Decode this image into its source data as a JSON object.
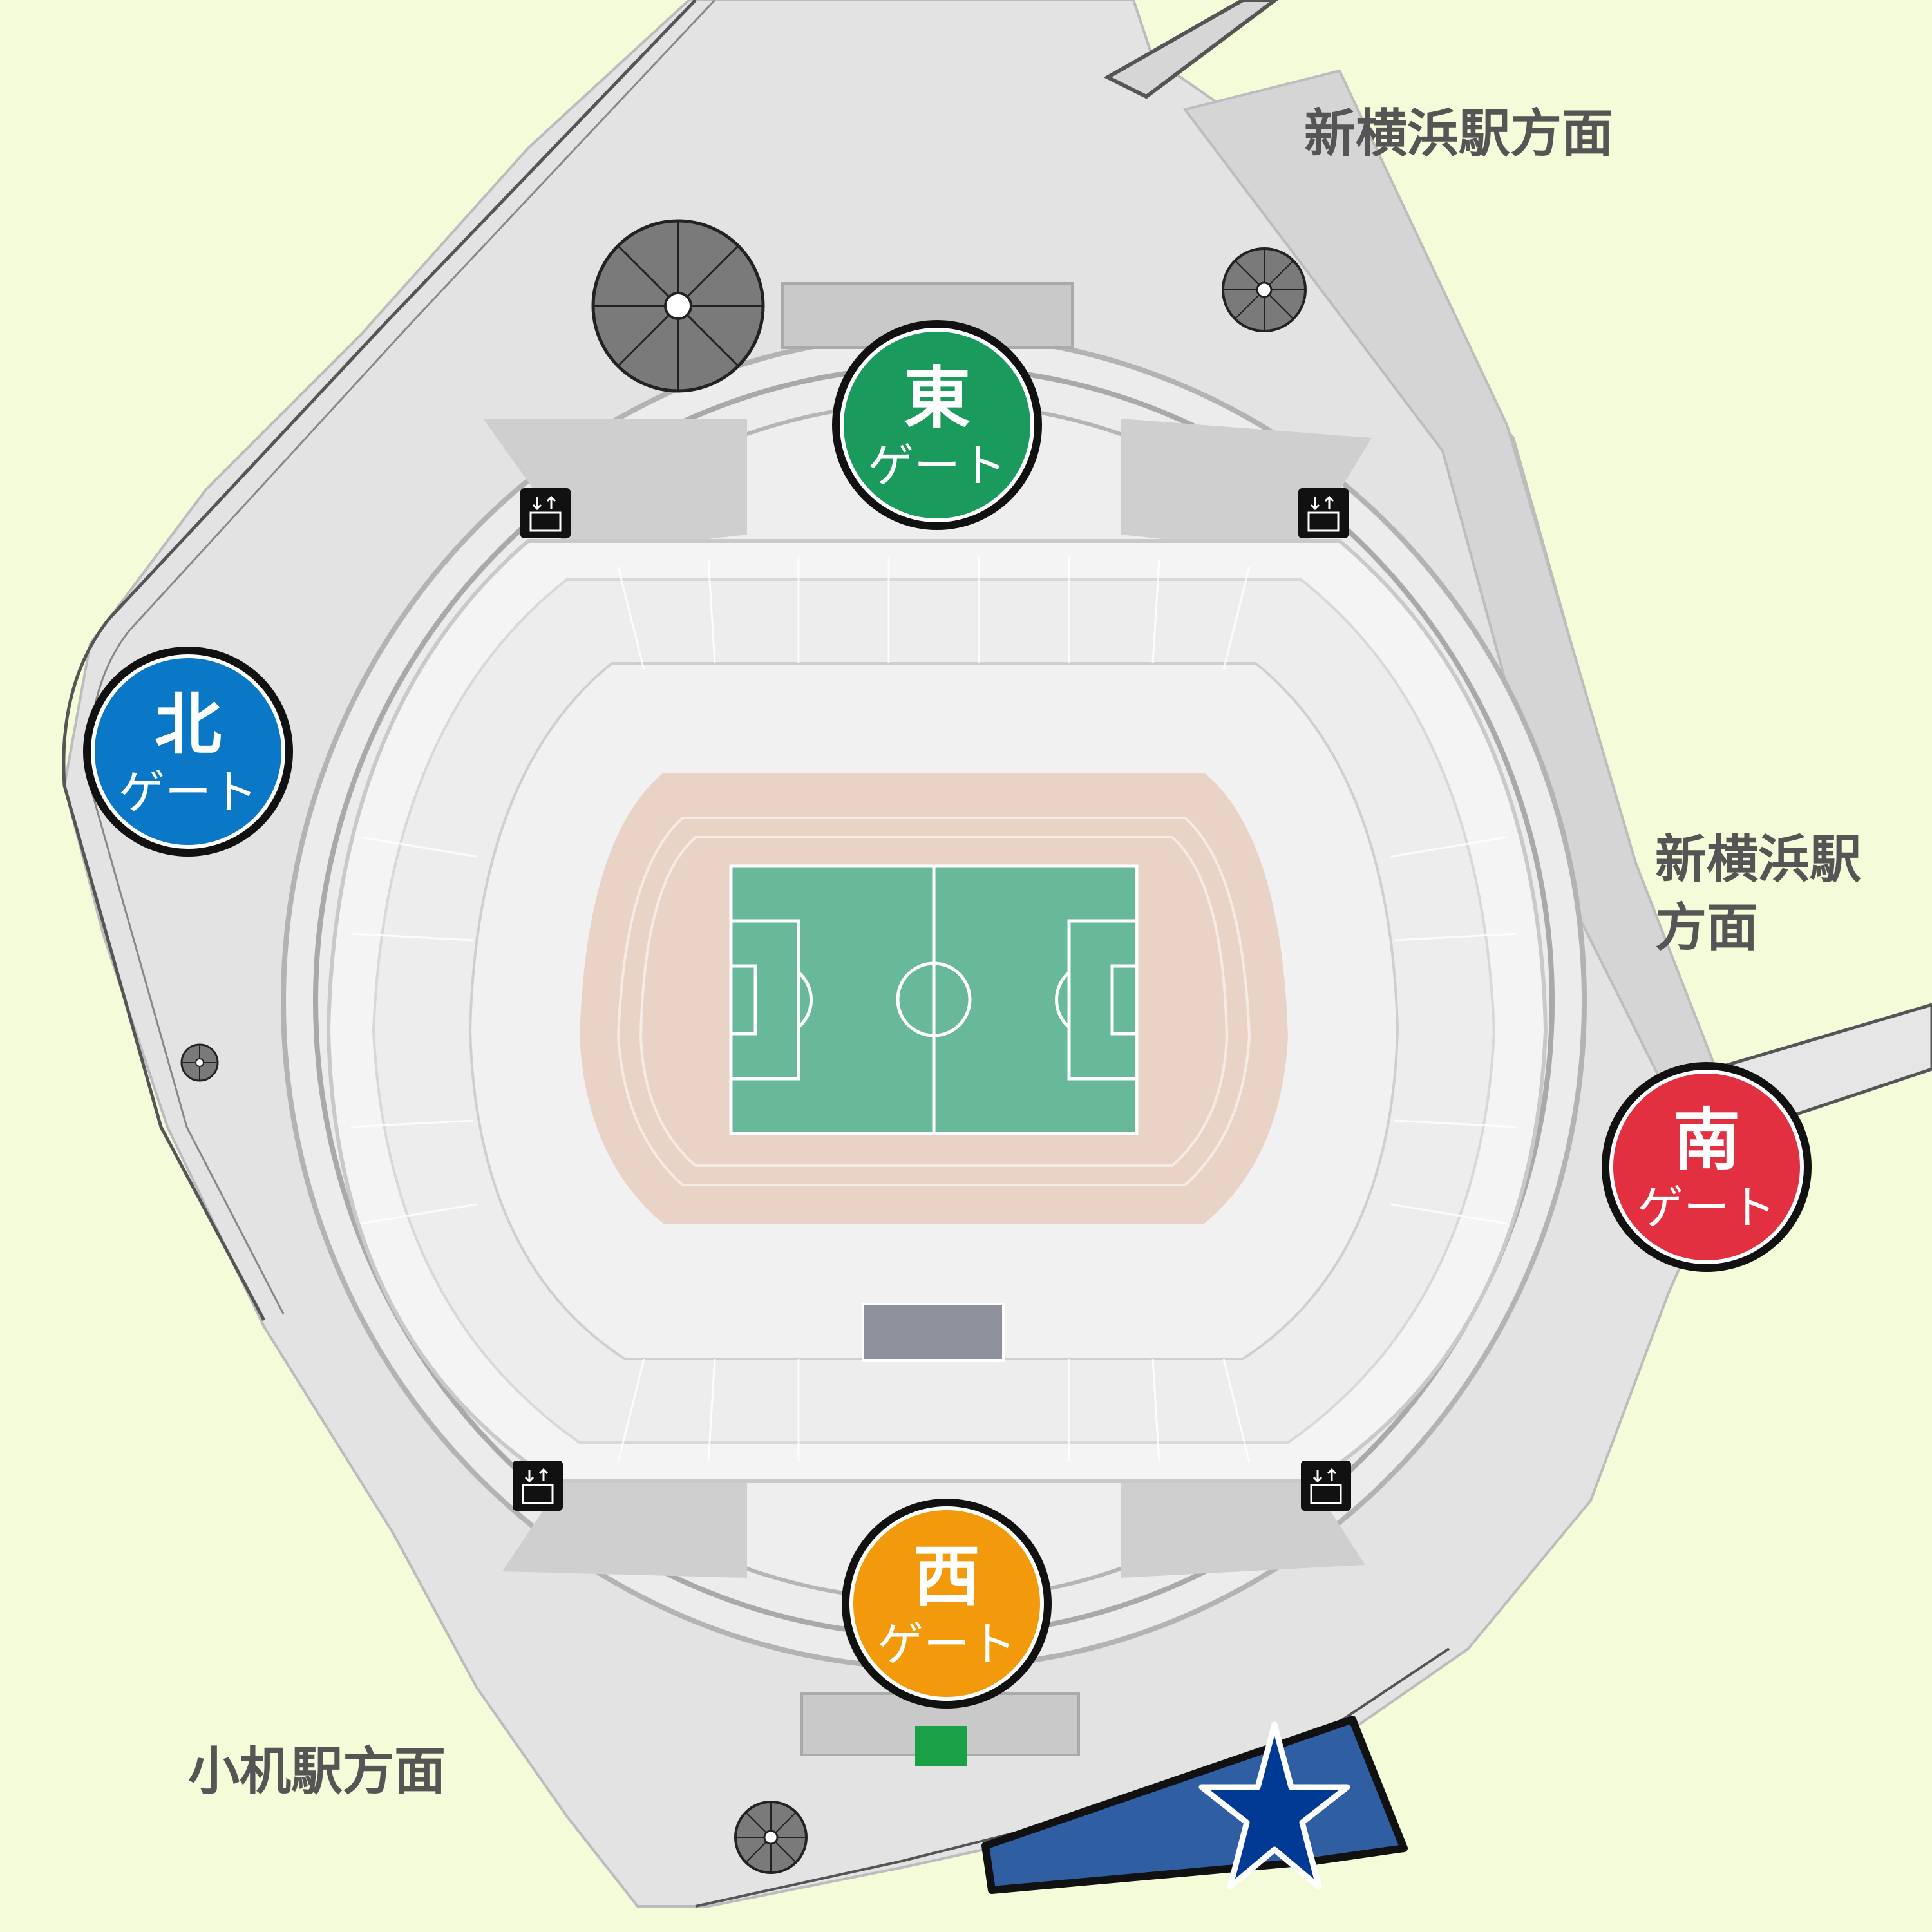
{
  "directions": {
    "shinyokohama_top": "新横浜駅方面",
    "shinyokohama_right_line1": "新横浜駅",
    "shinyokohama_right_line2": "方面",
    "kozukue": "小机駅方面"
  },
  "gates": [
    {
      "main": "東",
      "sub": "ゲート",
      "color": "#1a9a5c"
    },
    {
      "main": "北",
      "sub": "ゲート",
      "color": "#0a78c6"
    },
    {
      "main": "南",
      "sub": "ゲート",
      "color": "#e33040"
    },
    {
      "main": "西",
      "sub": "ゲート",
      "color": "#f29a0b"
    }
  ],
  "colors": {
    "background": "#f3fbd9",
    "plaza": "#e6e6e6",
    "concourse": "#ebebeb",
    "stands": "#f2f2f2",
    "track": "#e9d3c6",
    "pitch": "#68b89a",
    "star": "#003a94",
    "star_area": "#2f5ea3",
    "entrance_marker": "#1aa045",
    "scoreboard": "#8e919c"
  },
  "icons": {
    "elevator": "elevator-icon",
    "tower": "lighting-tower-icon",
    "star": "star-marker-icon"
  }
}
